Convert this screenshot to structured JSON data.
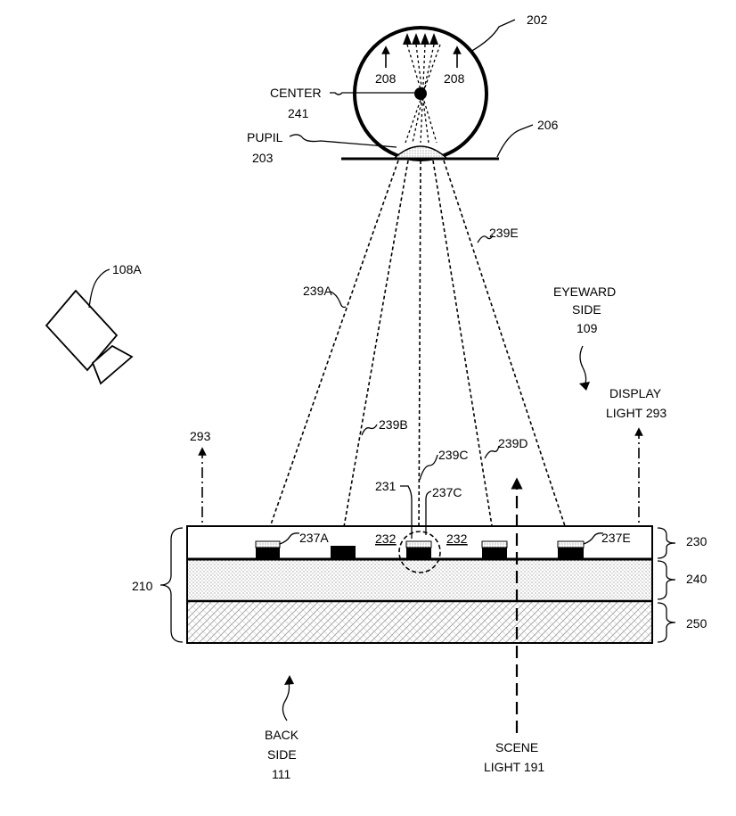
{
  "labels": {
    "eye": "202",
    "arrow_left": "208",
    "arrow_right": "208",
    "center_1": "CENTER",
    "center_2": "241",
    "pupil_1": "PUPIL",
    "pupil_2": "203",
    "line_206": "206",
    "ray_e": "239E",
    "ray_a": "239A",
    "ray_b": "239B",
    "ray_c": "239C",
    "ray_d": "239D",
    "camera": "108A",
    "eyeward_1": "EYEWARD",
    "eyeward_2": "SIDE",
    "eyeward_3": "109",
    "display_1": "DISPLAY",
    "display_2": "LIGHT 293",
    "light_293": "293",
    "led_231": "231",
    "emitter_c": "237C",
    "emitter_a": "237A",
    "emitter_e": "237E",
    "region_232_left": "232",
    "region_232_right": "232",
    "layer_230": "230",
    "layer_240": "240",
    "layer_250": "250",
    "stack_210": "210",
    "back_1": "BACK",
    "back_2": "SIDE",
    "back_3": "111",
    "scene_1": "SCENE",
    "scene_2": "LIGHT 191"
  }
}
